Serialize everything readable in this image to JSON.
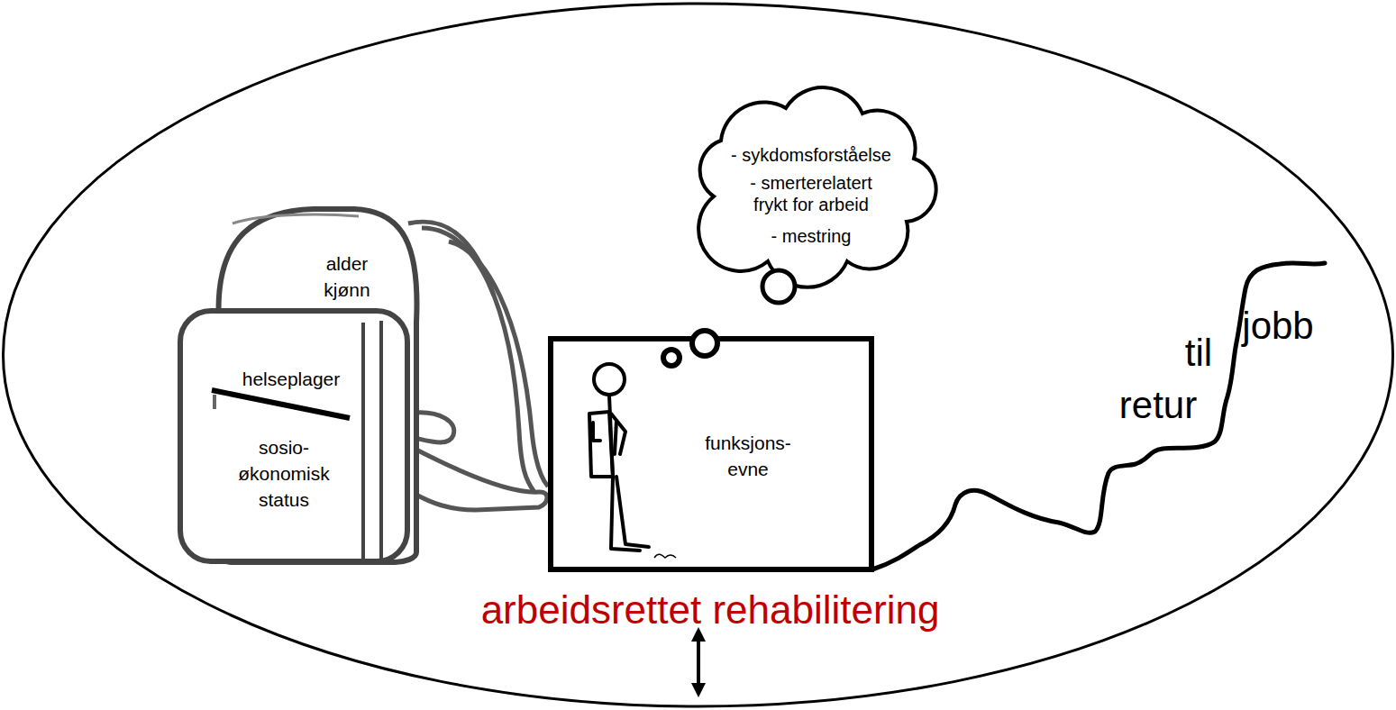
{
  "diagram": {
    "nodes": [
      {
        "text": [
          "arbeidsrettet rehabilitering"
        ]
      },
      {
        "text": [
          "alder kjønn"
        ],
        "in": 0
      },
      {
        "text": [
          "helseplager",
          "sosio- økonomisk status"
        ],
        "in": 1
      },
      {
        "text": [
          "funksjons- evne"
        ],
        "in": 0
      },
      {
        "text": [
          "- sykdomsforståelse",
          "- smerterelatert frykt for arbeid",
          "- mestring"
        ],
        "in": 0
      }
    ],
    "labels": [
      "retur",
      "til",
      "jobb"
    ]
  }
}
